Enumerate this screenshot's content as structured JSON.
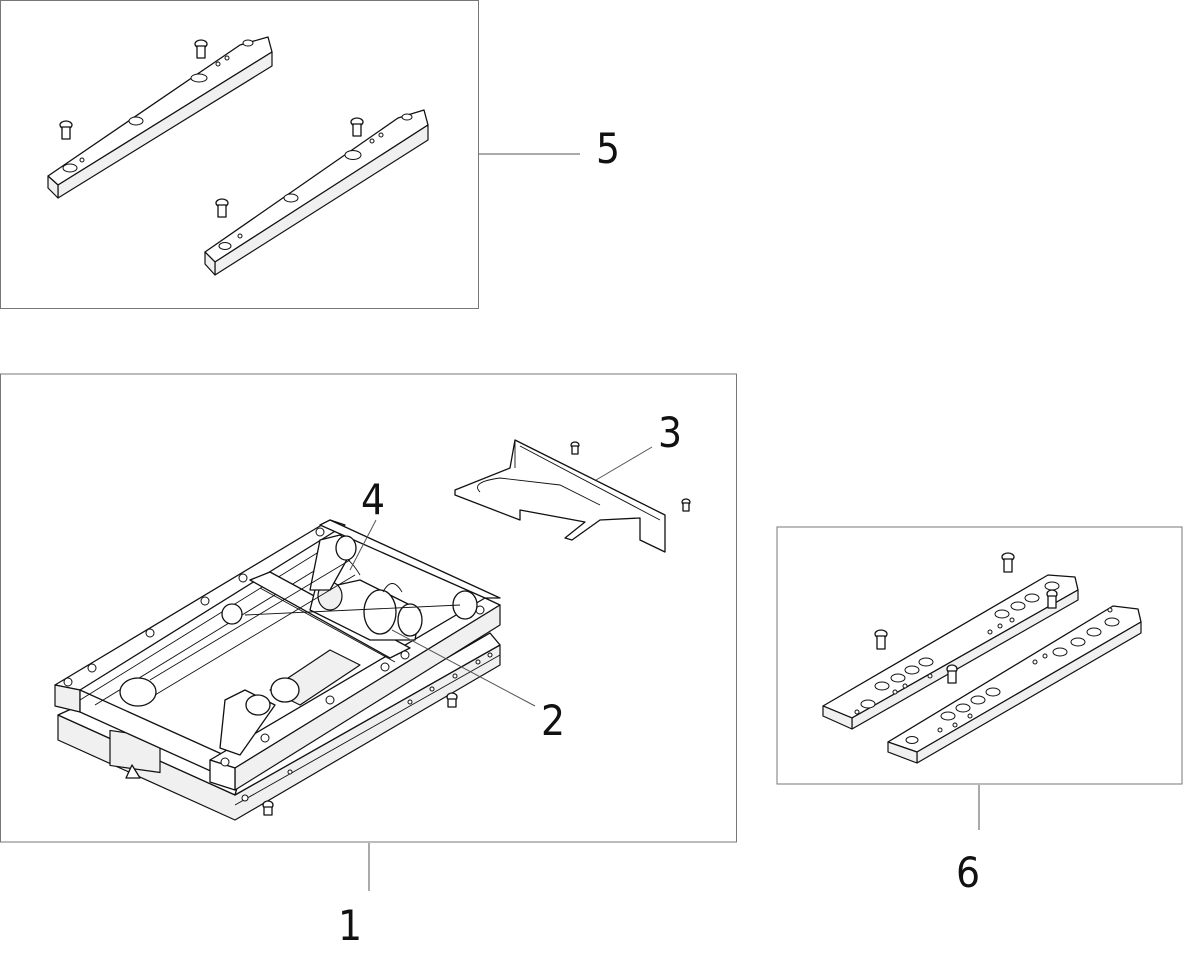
{
  "callouts": {
    "c1": "1",
    "c2": "2",
    "c3": "3",
    "c4": "4",
    "c5": "5",
    "c6": "6"
  },
  "colors": {
    "line": "#111111",
    "frame": "#777777",
    "shade": "#f0f0f0"
  }
}
